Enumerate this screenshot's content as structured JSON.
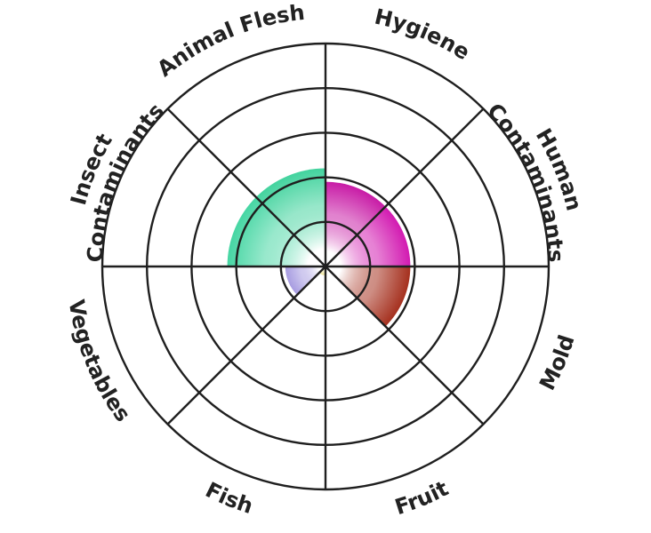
{
  "chart_data": {
    "type": "polar-area",
    "title": "",
    "ring_count": 5,
    "max_value": 5,
    "categories": [
      {
        "name": "Hygiene",
        "label_lines": [
          "Hygiene"
        ],
        "value": 1.9,
        "color": "#c81ba6"
      },
      {
        "name": "Human Contaminants",
        "label_lines": [
          "Human",
          "Contaminants"
        ],
        "value": 1.9,
        "color": "#d21ab1"
      },
      {
        "name": "Mold",
        "label_lines": [
          "Mold"
        ],
        "value": 1.9,
        "color": "#a5301e"
      },
      {
        "name": "Fruit",
        "label_lines": [
          "Fruit"
        ],
        "value": 0.0,
        "color": "#f0e3a5"
      },
      {
        "name": "Fish",
        "label_lines": [
          "Fish"
        ],
        "value": 0.2,
        "color": "#efe6a0"
      },
      {
        "name": "Vegetables",
        "label_lines": [
          "Vegetables"
        ],
        "value": 0.9,
        "color": "#a79ce1"
      },
      {
        "name": "Insect Contaminants",
        "label_lines": [
          "Insect",
          "Contaminants"
        ],
        "value": 2.2,
        "color": "#46d6a3"
      },
      {
        "name": "Animal Flesh",
        "label_lines": [
          "Animal Flesh"
        ],
        "value": 2.2,
        "color": "#43d39e"
      }
    ],
    "grid": true,
    "legend": "none"
  }
}
